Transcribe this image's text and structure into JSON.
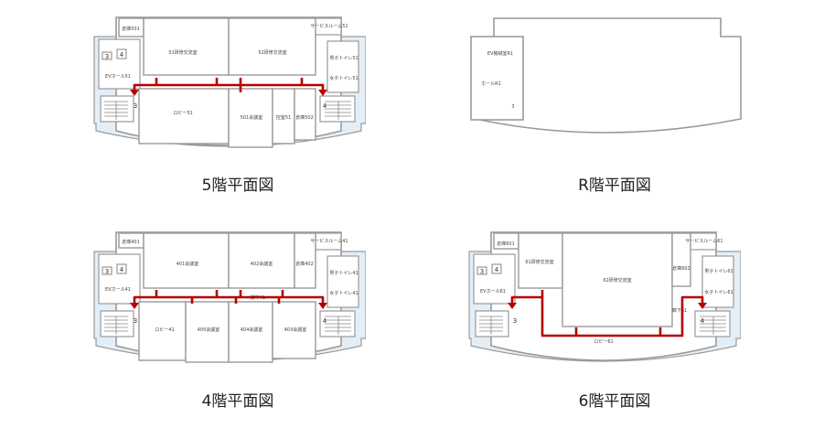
{
  "floors": {
    "f5": {
      "title": "5階平面図",
      "rooms": {
        "storage1": "倉庫501",
        "training1": "51研修交流室",
        "training2": "52研修交流室",
        "service": "サービスルーム51",
        "mens": "男子トイレ51",
        "womens": "女子トイレ51",
        "ev_hall": "EVホール51",
        "lobby": "ロビー51",
        "meeting": "501会議室",
        "waiting": "控室51",
        "storage2": "倉庫502"
      },
      "ev": [
        "3",
        "4"
      ],
      "stairs": [
        "3",
        "4"
      ]
    },
    "fR": {
      "title": "R階平面図",
      "rooms": {
        "ev_machine": "EV機械室R1",
        "hall": "ホールR1"
      },
      "stairs": [
        "3"
      ]
    },
    "f4": {
      "title": "4階平面図",
      "rooms": {
        "storage1": "倉庫401",
        "meeting401": "401会議室",
        "meeting402": "402会議室",
        "storage2": "倉庫402",
        "service": "サービスルーム41",
        "mens": "男子トイレ41",
        "womens": "女子トイレ41",
        "ev_hall": "EVホール41",
        "corridor": "廊下41",
        "lobby": "ロビー41",
        "meeting405": "405会議室",
        "meeting404": "404会議室",
        "meeting403": "403会議室"
      },
      "ev": [
        "3",
        "4"
      ],
      "stairs": [
        "3",
        "4"
      ]
    },
    "f6": {
      "title": "6階平面図",
      "rooms": {
        "storage1": "倉庫601",
        "training1": "61研修交流室",
        "training2": "62研修交流室",
        "storage2": "倉庫602",
        "service": "サービスルーム61",
        "mens": "男子トイレ61",
        "womens": "女子トイレ61",
        "ev_hall": "EVホール61",
        "corridor": "廊下61",
        "lobby": "ロビー61"
      },
      "ev": [
        "3",
        "4"
      ],
      "stairs": [
        "3",
        "4"
      ]
    }
  },
  "colors": {
    "route": "#b50000",
    "wing": "#e4eef7",
    "wall": "#9a9a9a"
  }
}
